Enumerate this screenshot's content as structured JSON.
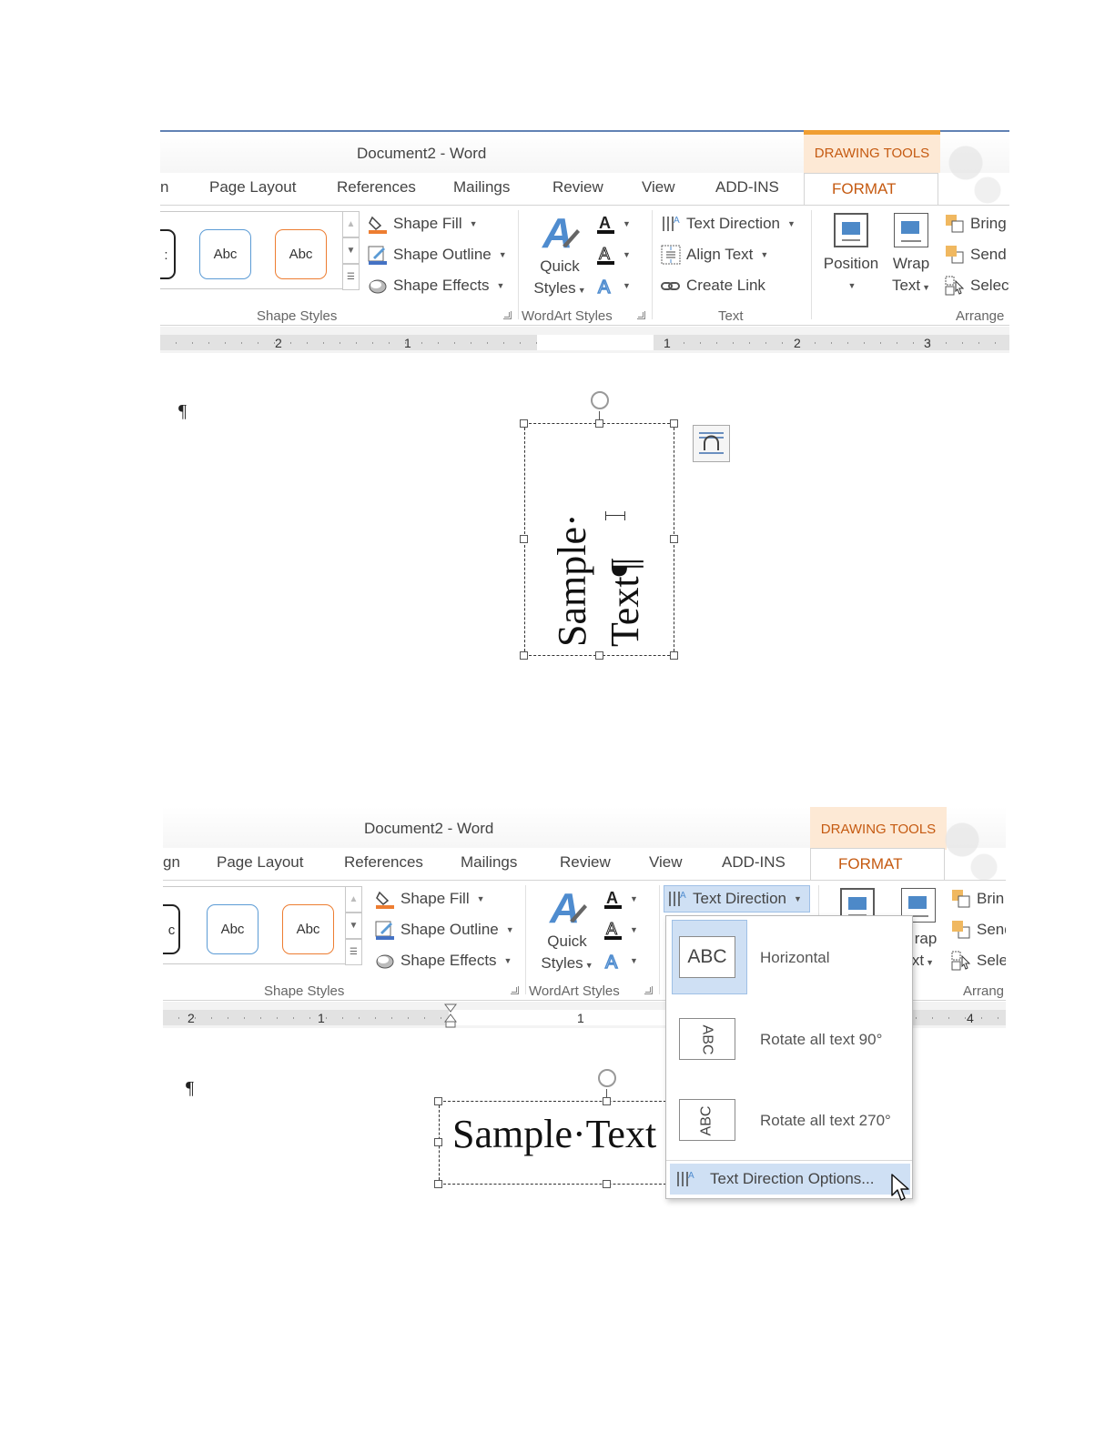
{
  "ribbon": {
    "doc_title": "Document2 - Word",
    "contextual_tab": "DRAWING TOOLS",
    "tabs": {
      "partial_1": "n",
      "partial_2": "gn",
      "page_layout": "Page Layout",
      "references": "References",
      "mailings": "Mailings",
      "review": "Review",
      "view": "View",
      "addins": "ADD-INS",
      "format": "FORMAT"
    },
    "shape_styles": {
      "style_left_1": ":",
      "style_left_2": "c",
      "style_blue": "Abc",
      "style_orange": "Abc",
      "shape_fill": "Shape Fill",
      "shape_outline": "Shape Outline",
      "shape_effects": "Shape Effects",
      "group_label": "Shape Styles"
    },
    "wordart": {
      "quick": "Quick",
      "styles": "Styles",
      "group_label": "WordArt Styles"
    },
    "text_group": {
      "text_direction": "Text Direction",
      "align_text": "Align Text",
      "create_link": "Create Link",
      "group_label": "Text"
    },
    "arrange": {
      "position": "Position",
      "wrap": "Wrap",
      "text": "Text",
      "bring": "Bring",
      "send": "Send",
      "select": "Select",
      "group_label": "Arrange",
      "bring_cut": "Brin",
      "send_cut": "Send",
      "select_cut": "Sele",
      "wrap_cut": "rap",
      "text_cut": "xt",
      "group_label_cut": "Arrang"
    },
    "ruler_top": [
      "2",
      "1",
      "1",
      "2",
      "3"
    ],
    "ruler_bottom": [
      "2",
      "1",
      "1",
      "4"
    ]
  },
  "document": {
    "pilcrow": "¶",
    "sample_word1": "Sample·",
    "sample_word2": "Text¶",
    "sample_horizontal": "Sample·Text"
  },
  "text_direction_menu": {
    "items": [
      {
        "icon_text": "ABC",
        "label": "Horizontal"
      },
      {
        "icon_text": "ABC",
        "label": "Rotate all text 90°"
      },
      {
        "icon_text": "ABC",
        "label": "Rotate all text 270°"
      }
    ],
    "options": "Text Direction Options..."
  },
  "colors": {
    "accent_orange": "#c55a11",
    "contextual_bg": "#fde9d5",
    "menu_highlight": "#cfe0f4",
    "word_blue": "#2b579a"
  },
  "icons": [
    "paint-bucket-icon",
    "pencil-outline-icon",
    "shape-effects-icon",
    "wordart-a-icon",
    "text-fill-icon",
    "text-outline-icon",
    "text-effects-icon",
    "text-direction-icon",
    "align-text-icon",
    "link-icon",
    "position-icon",
    "wrap-text-icon",
    "bring-forward-icon",
    "send-backward-icon",
    "selection-pane-icon",
    "rotate-handle-icon",
    "layout-options-icon",
    "mouse-pointer-icon"
  ]
}
